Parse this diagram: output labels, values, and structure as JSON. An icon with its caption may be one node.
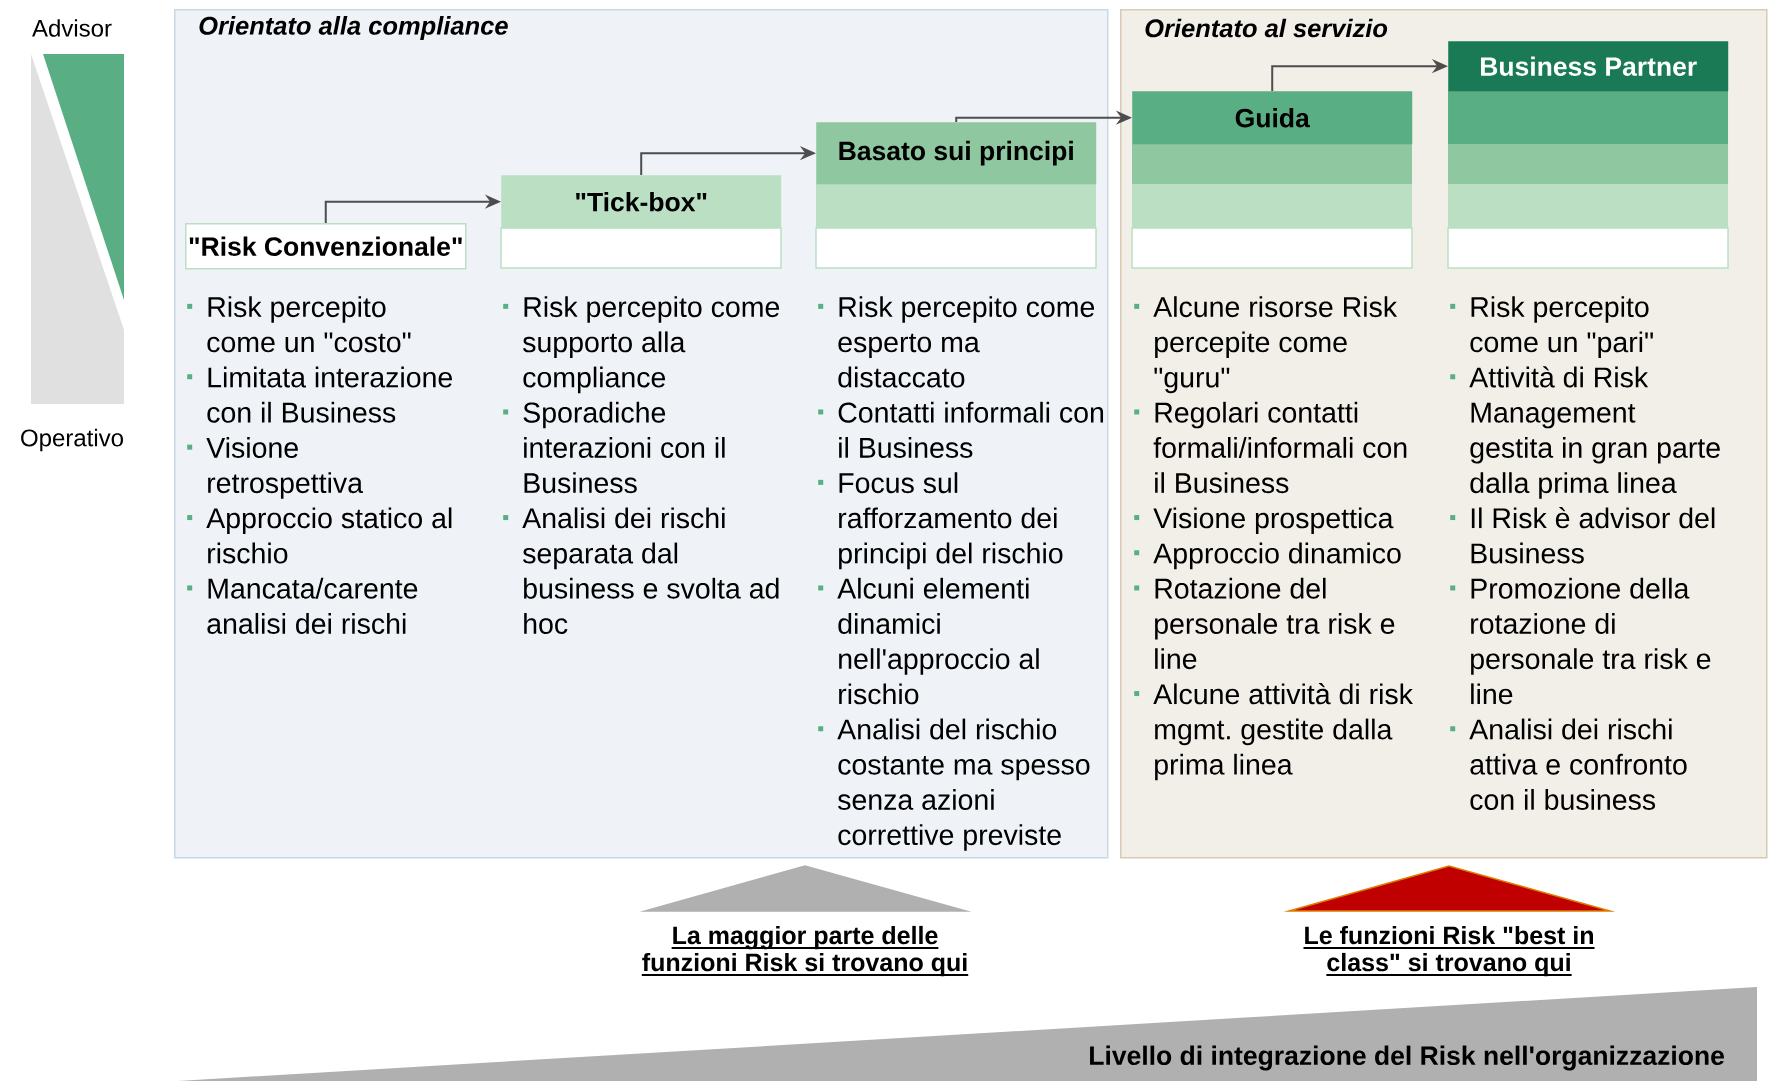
{
  "diagram": {
    "nodes": [
      {
        "text": [
          "Orientato alla compliance"
        ]
      },
      {
        "text": [
          "Orientato al servizio"
        ]
      },
      {
        "text": [
          "\"Risk Convenzionale\""
        ],
        "in": 0,
        "beside": [
          "Risk percepito come un \"costo\"",
          "Limitata interazione con il Business",
          "Visione retrospettiva",
          "Approccio statico al rischio",
          "Mancata/carente analisi dei rischi"
        ]
      },
      {
        "text": [
          "\"Tick-box\""
        ],
        "in": 0,
        "beside": [
          "Risk percepito come supporto alla compliance",
          "Sporadiche interazioni con il Business",
          "Analisi dei rischi separata dal business e svolta ad hoc"
        ]
      },
      {
        "text": [
          "Basato sui principi"
        ],
        "in": 0,
        "beside": [
          "Risk percepito come esperto ma distaccato",
          "Contatti informali con il Business",
          "Focus sul rafforzamento dei principi del rischio",
          "Alcuni elementi dinamici nell'approccio al rischio",
          "Analisi del rischio costante ma spesso senza azioni correttive previste"
        ]
      },
      {
        "text": [
          "Guida"
        ],
        "in": 1,
        "beside": [
          "Alcune risorse Risk percepite come \"guru\"",
          "Regolari contatti formali/informali con il Business",
          "Visione prospettica",
          "Approccio dinamico",
          "Rotazione del personale tra risk e line",
          "Alcune attività di risk mgmt. gestite dalla prima linea"
        ]
      },
      {
        "text": [
          "Business Partner"
        ],
        "in": 1,
        "beside": [
          "Risk percepito come un \"pari\"",
          "Attività di Risk Management gestita in gran parte dalla prima linea",
          "Il Risk è advisor del Business",
          "Promozione della rotazione di personale tra risk e line",
          "Analisi dei rischi attiva e confronto con il business"
        ]
      },
      {
        "text": [],
        "shape": "triangle",
        "beside": [
          "La maggior parte delle funzioni Risk si trovano qui"
        ]
      },
      {
        "text": [],
        "shape": "triangle",
        "beside": [
          "Le funzioni Risk \"best in class\" si trovano qui"
        ]
      }
    ],
    "edges": [
      {
        "from": 2,
        "to": 3,
        "arrow": "to"
      },
      {
        "from": 3,
        "to": 4,
        "arrow": "to"
      },
      {
        "from": 4,
        "to": 5,
        "arrow": "to"
      },
      {
        "from": 5,
        "to": 6,
        "arrow": "to"
      }
    ],
    "labels": [
      "Advisor",
      "Operativo",
      "Livello di integrazione del Risk nell'organizzazione"
    ]
  }
}
